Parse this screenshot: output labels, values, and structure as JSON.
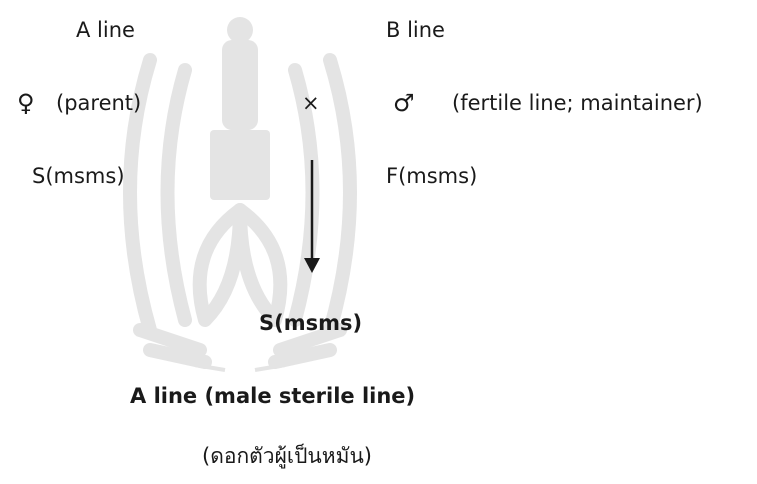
{
  "diagram": {
    "parent_a": {
      "line_label": "A line",
      "sex_symbol": "♀",
      "role": "(parent)",
      "genotype": "S(msms)"
    },
    "cross_symbol": "×",
    "parent_b": {
      "line_label": "B line",
      "sex_symbol": "♂",
      "role": "(fertile line; maintainer)",
      "genotype": "F(msms)"
    },
    "offspring": {
      "genotype": "S(msms)",
      "line_label": "A line (male sterile line)",
      "thai_note": "(ดอกตัวผู้เป็นหมัน)"
    }
  },
  "colors": {
    "text": "#1a1a1a",
    "watermark": "#e4e4e4"
  },
  "icons": {
    "watermark": "university-seal-watermark"
  }
}
